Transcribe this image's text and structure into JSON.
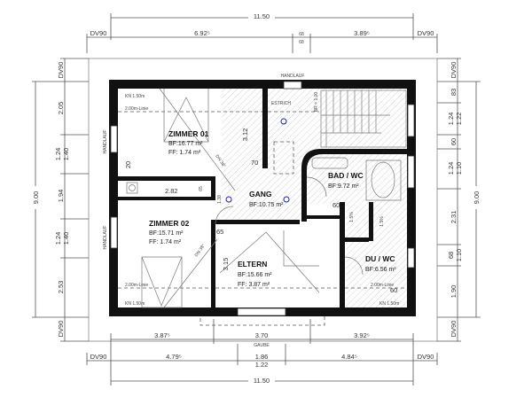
{
  "dimensions": {
    "top_total": "11.50",
    "top_row": [
      "DV90",
      "6.92⁵",
      "68",
      "68",
      "3.89⁵",
      "DV90"
    ],
    "bottom_row1": [
      "3.87⁵",
      "3.70",
      "3.92⁵"
    ],
    "gaube": "GAUBE",
    "bottom_row2": [
      "DV90",
      "4.79⁵",
      "1.86",
      "1.22",
      "4.84⁵",
      "DV90"
    ],
    "bottom_total": "11.50",
    "left_total": "9.00",
    "left": [
      "DV90",
      "2.05",
      "1.24",
      "1.40",
      "1.94",
      "1.24",
      "1.40",
      "2.53",
      "DV90"
    ],
    "right_total": "9.00",
    "right": [
      "DV90",
      "83",
      "1.24",
      "1.22",
      "60",
      "1.24",
      "1.10",
      "2.31",
      "68",
      "1.10",
      "1.90",
      "DV90"
    ]
  },
  "rooms": {
    "zimmer01": {
      "name": "ZIMMER 01",
      "bf": "BF:16.77 m²",
      "ff": "FF:  1.74 m²"
    },
    "gang": {
      "name": "GANG",
      "bf": "BF:10.75 m²"
    },
    "bad": {
      "name": "BAD / WC",
      "bf": "BF:9.72 m²"
    },
    "zimmer02": {
      "name": "ZIMMER 02",
      "bf": "BF:15.71 m²",
      "ff": "FF:  1.74 m²"
    },
    "eltern": {
      "name": "ELTERN",
      "bf": "BF:15.66 m²",
      "ff": "FF:  3.87 m²"
    },
    "du": {
      "name": "DU / WC",
      "bf": "BF:6.56 m²"
    }
  },
  "notes": {
    "kn1": "KN 1.50m",
    "line1": "2.00m-Linie",
    "kn2": "KN 1.50m",
    "line2": "2.00m-Linie",
    "kn3": "KN 1.50m",
    "line3": "2.00m-Linie",
    "handlauf_top": "HANDLAUF",
    "handlauf_l1": "HANDLAUF",
    "handlauf_l2": "HANDLAUF",
    "estrich": "ESTRICH",
    "br": "BR = 1.00",
    "d312": "3.12",
    "d70": "70",
    "dn1": "DN 38°",
    "d20": "20",
    "d282": "2.82",
    "d65a": "65",
    "d138": "1.38",
    "d65b": "65",
    "dn2": "DN 38°",
    "d315": "3.15",
    "d60a": "60",
    "slope1": "1.5%",
    "slope2": "1.5%",
    "d60b": "60"
  }
}
